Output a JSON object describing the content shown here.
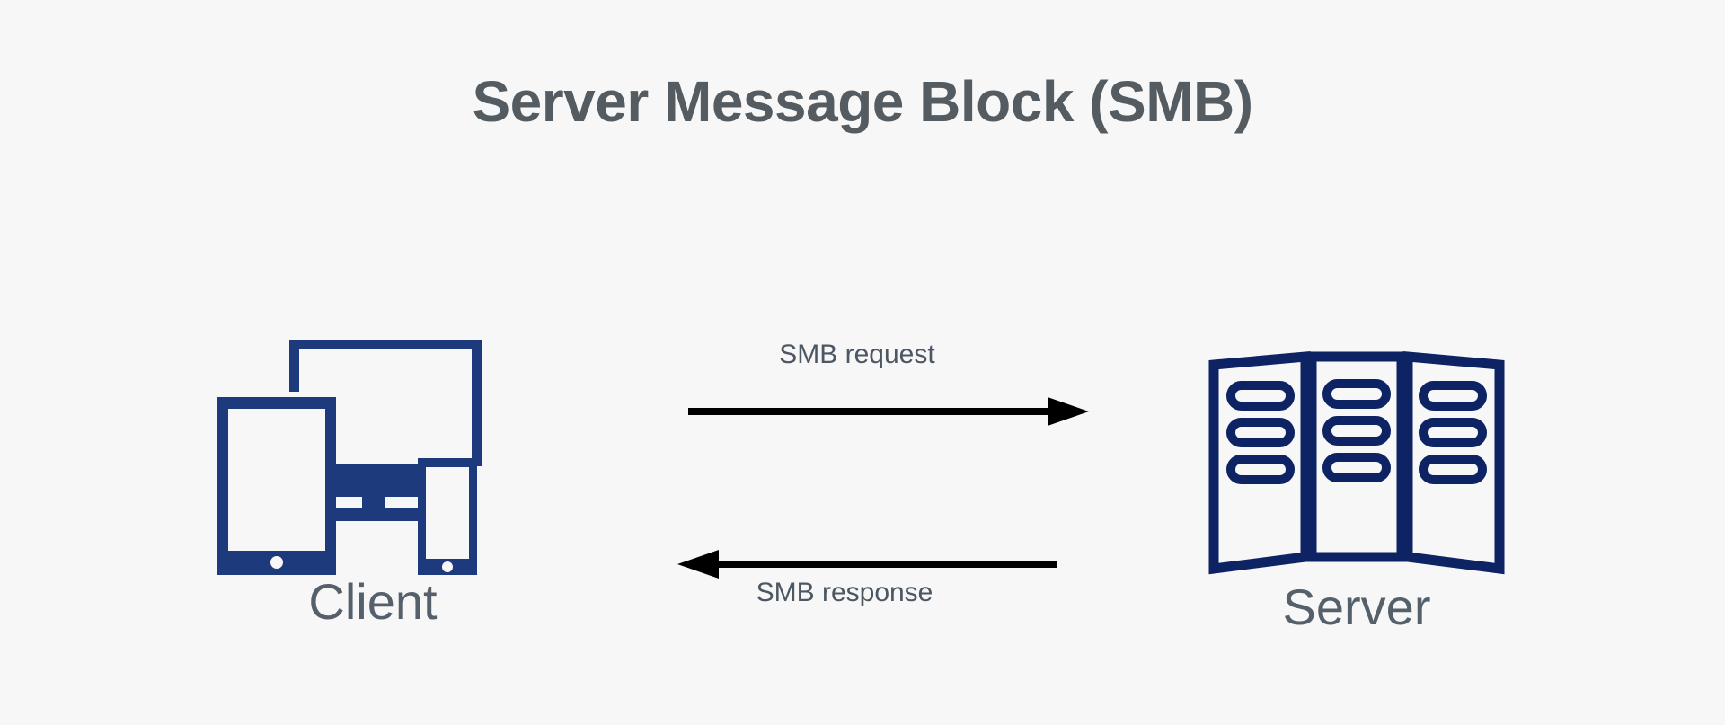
{
  "page": {
    "title": "Server Message Block (SMB)",
    "background_color": "#f7f7f7",
    "title_color": "#555c61"
  },
  "colors": {
    "client_blue": "#1d3a7d",
    "server_blue": "#0d2364",
    "arrow_black": "#000000",
    "label_gray": "#55606a",
    "flow_label_gray": "#4c5763"
  },
  "diagram": {
    "type": "request-response-flow",
    "nodes": [
      {
        "id": "client",
        "label": "Client",
        "icon": "devices-icon",
        "side": "left"
      },
      {
        "id": "server",
        "label": "Server",
        "icon": "server-rack-icon",
        "side": "right"
      }
    ],
    "flows": [
      {
        "id": "request",
        "label": "SMB request",
        "direction": "client-to-server",
        "arrow": "arrow-right-icon",
        "label_position": "above"
      },
      {
        "id": "response",
        "label": "SMB response",
        "direction": "server-to-client",
        "arrow": "arrow-left-icon",
        "label_position": "below"
      }
    ]
  }
}
